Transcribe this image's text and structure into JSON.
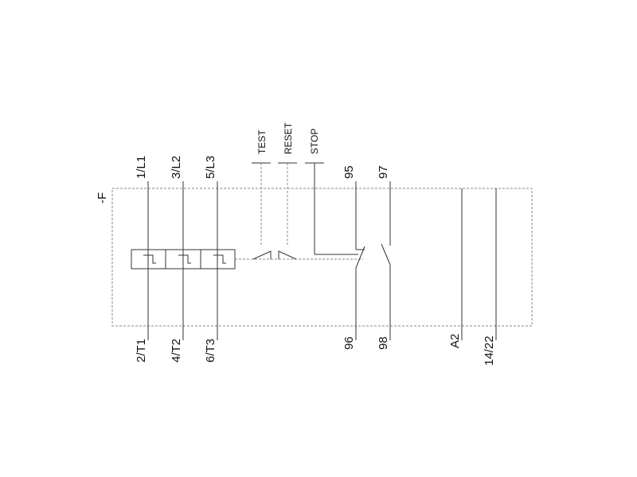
{
  "device_tag": "-F",
  "buttons": {
    "test": "TEST",
    "reset": "RESET",
    "stop": "STOP"
  },
  "terminals_top": {
    "l1": "1/L1",
    "l2": "3/L2",
    "l3": "5/L3",
    "c95": "95",
    "c97": "97"
  },
  "terminals_bottom": {
    "t1": "2/T1",
    "t2": "4/T2",
    "t3": "6/T3",
    "c96": "96",
    "c98": "98",
    "a2": "A2",
    "c1422": "14/22"
  },
  "colors": {
    "line": "#333333",
    "dashed": "#888888",
    "text": "#111111"
  }
}
